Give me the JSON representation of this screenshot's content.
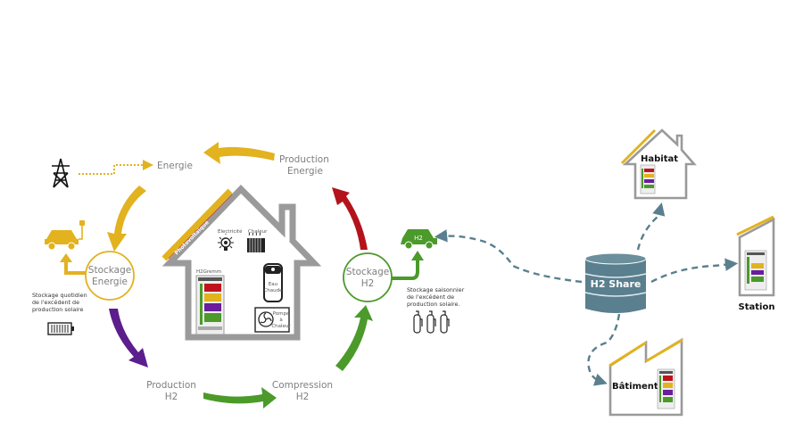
{
  "colors": {
    "yellow": "#e2b21f",
    "purple": "#5b1e8c",
    "green": "#4b9a2a",
    "red": "#b3141c",
    "gray": "#9a9a9a",
    "teal": "#5a7f8e",
    "label_gray": "#7f7f7f"
  },
  "cycle": {
    "energie_label": "Energie",
    "production_energie": [
      "Production",
      "Energie"
    ],
    "stockage_energie": [
      "Stockage",
      "Energie"
    ],
    "production_h2": [
      "Production",
      "H2"
    ],
    "compression_h2": [
      "Compression",
      "H2"
    ],
    "stockage_h2": [
      "Stockage",
      "H2"
    ]
  },
  "notes": {
    "daily_storage": [
      "Stockage quotidien",
      "de l'excédent de",
      "production solaire"
    ],
    "seasonal_storage": [
      "Stockage saisonnier",
      "de l'excédent de",
      "production solaire."
    ]
  },
  "house": {
    "roof_label": "Photovoltaïque",
    "electricity": "Electricité",
    "heat": "Chaleur",
    "h2gremm": "H2Gremm",
    "water_heater": [
      "Eau",
      "Chaude"
    ],
    "heat_pump": [
      "Pompe",
      "à",
      "Chaleur"
    ]
  },
  "icons": {
    "pylon": "power-pylon-icon",
    "ev_car": "electric-car-icon",
    "battery": "battery-icon",
    "h2_car": "hydrogen-car-icon",
    "tanks": "gas-cylinder-icon",
    "bulb": "light-bulb-icon",
    "radiator": "radiator-icon",
    "boiler": "water-heater-icon",
    "fan": "heat-pump-icon"
  },
  "h2_car_label": "H2",
  "network": {
    "hub": "H2 Share",
    "habitat": "Habitat",
    "station": "Station",
    "batiment": "Bâtiment"
  }
}
